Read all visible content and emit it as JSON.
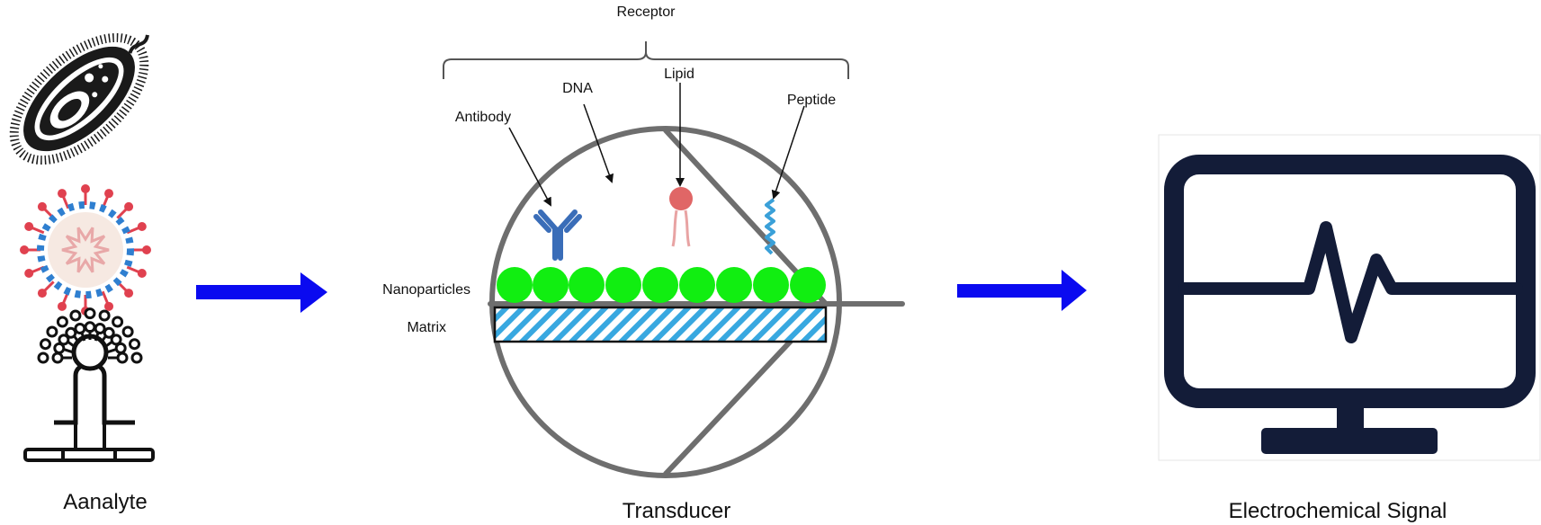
{
  "labels": {
    "receptor": "Receptor",
    "antibody": "Antibody",
    "dna": "DNA",
    "lipid": "Lipid",
    "peptide": "Peptide",
    "nanoparticles": "Nanoparticles",
    "matrix": "Matrix",
    "analyte": "Aanalyte",
    "transducer": "Transducer",
    "signal": "Electrochemical Signal"
  },
  "colors": {
    "arrow": "#0a0af0",
    "nanoparticle": "#11ee11",
    "matrix_hatch": "#38a8e0",
    "transducer_outline": "#6e6e6e",
    "antibody": "#3a6db8",
    "lipid": "#e06666",
    "peptide": "#3aa0d8",
    "monitor": "#131c38",
    "virus_spike": "#e0414f",
    "virus_membrane": "#2f7fd0"
  },
  "icons": [
    "bacterium-icon",
    "virus-icon",
    "fungus-icon",
    "monitor-heartbeat-icon"
  ]
}
